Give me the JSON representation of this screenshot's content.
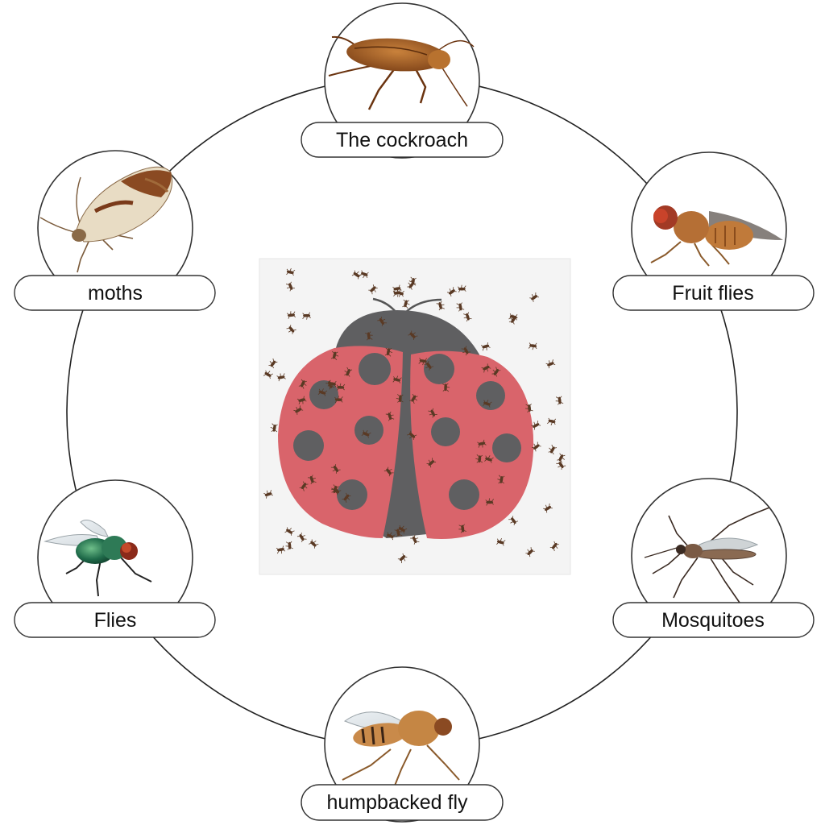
{
  "pests": [
    {
      "id": "cockroach",
      "label": "The cockroach",
      "icon": "cockroach-icon"
    },
    {
      "id": "fruit-flies",
      "label": "Fruit flies",
      "icon": "fruit-fly-icon"
    },
    {
      "id": "mosquitoes",
      "label": "Mosquitoes",
      "icon": "mosquito-icon"
    },
    {
      "id": "humpbacked-fly",
      "label": "humpbacked fly",
      "icon": "humpbacked-fly-icon"
    },
    {
      "id": "flies",
      "label": "Flies",
      "icon": "housefly-icon"
    },
    {
      "id": "moths",
      "label": "moths",
      "icon": "moth-icon"
    }
  ],
  "center": {
    "icon": "ladybug-sticky-trap-icon"
  },
  "colors": {
    "ring": "#222222",
    "pill_border": "#333333",
    "ladybug_red": "#d9646b",
    "ladybug_dark": "#5f5f61",
    "trap_bg": "#f4f4f4"
  }
}
